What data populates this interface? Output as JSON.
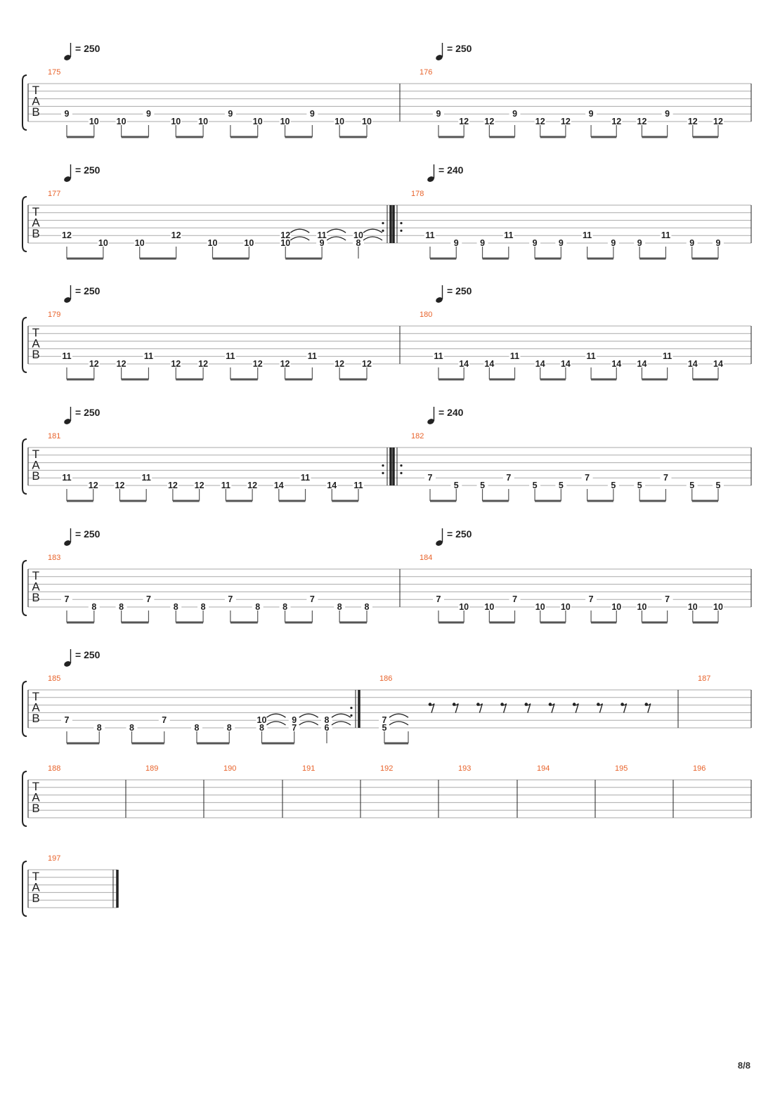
{
  "clef_letters": [
    "T",
    "A",
    "B"
  ],
  "page": {
    "number": "8/8"
  },
  "colors": {
    "ink": "#222222",
    "line": "#aaaaaa",
    "bar_number": "#e8632b",
    "beam": "#555555"
  },
  "systems": [
    {
      "measures": [
        {
          "number": "175",
          "tempo": "250",
          "notes": [
            {
              "s": 5,
              "f": "9"
            },
            {
              "s": 6,
              "f": "10"
            },
            {
              "s": 6,
              "f": "10"
            },
            {
              "s": 5,
              "f": "9"
            },
            {
              "s": 6,
              "f": "10"
            },
            {
              "s": 6,
              "f": "10"
            },
            {
              "s": 5,
              "f": "9"
            },
            {
              "s": 6,
              "f": "10"
            },
            {
              "s": 6,
              "f": "10"
            },
            {
              "s": 5,
              "f": "9"
            },
            {
              "s": 6,
              "f": "10"
            },
            {
              "s": 6,
              "f": "10"
            }
          ]
        },
        {
          "number": "176",
          "tempo": "250",
          "notes": [
            {
              "s": 5,
              "f": "9"
            },
            {
              "s": 6,
              "f": "12"
            },
            {
              "s": 6,
              "f": "12"
            },
            {
              "s": 5,
              "f": "9"
            },
            {
              "s": 6,
              "f": "12"
            },
            {
              "s": 6,
              "f": "12"
            },
            {
              "s": 5,
              "f": "9"
            },
            {
              "s": 6,
              "f": "12"
            },
            {
              "s": 6,
              "f": "12"
            },
            {
              "s": 5,
              "f": "9"
            },
            {
              "s": 6,
              "f": "12"
            },
            {
              "s": 6,
              "f": "12"
            }
          ]
        }
      ]
    },
    {
      "measures": [
        {
          "number": "177",
          "tempo": "250",
          "repeat_end": true,
          "notes": [
            {
              "s": 5,
              "f": "12"
            },
            {
              "s": 6,
              "f": "10"
            },
            {
              "s": 6,
              "f": "10"
            },
            {
              "s": 5,
              "f": "12"
            },
            {
              "s": 6,
              "f": "10"
            },
            {
              "s": 6,
              "f": "10"
            },
            {
              "chord": [
                {
                  "s": 5,
                  "f": "12"
                },
                {
                  "s": 6,
                  "f": "10"
                }
              ],
              "tie": true
            },
            {
              "chord": [
                {
                  "s": 5,
                  "f": "11"
                },
                {
                  "s": 6,
                  "f": "9"
                }
              ],
              "tie": true
            },
            {
              "chord": [
                {
                  "s": 5,
                  "f": "10"
                },
                {
                  "s": 6,
                  "f": "8"
                }
              ],
              "tie": true
            }
          ]
        },
        {
          "number": "178",
          "tempo": "240",
          "repeat_start": true,
          "notes": [
            {
              "s": 5,
              "f": "11"
            },
            {
              "s": 6,
              "f": "9"
            },
            {
              "s": 6,
              "f": "9"
            },
            {
              "s": 5,
              "f": "11"
            },
            {
              "s": 6,
              "f": "9"
            },
            {
              "s": 6,
              "f": "9"
            },
            {
              "s": 5,
              "f": "11"
            },
            {
              "s": 6,
              "f": "9"
            },
            {
              "s": 6,
              "f": "9"
            },
            {
              "s": 5,
              "f": "11"
            },
            {
              "s": 6,
              "f": "9"
            },
            {
              "s": 6,
              "f": "9"
            }
          ]
        }
      ]
    },
    {
      "measures": [
        {
          "number": "179",
          "tempo": "250",
          "notes": [
            {
              "s": 5,
              "f": "11"
            },
            {
              "s": 6,
              "f": "12"
            },
            {
              "s": 6,
              "f": "12"
            },
            {
              "s": 5,
              "f": "11"
            },
            {
              "s": 6,
              "f": "12"
            },
            {
              "s": 6,
              "f": "12"
            },
            {
              "s": 5,
              "f": "11"
            },
            {
              "s": 6,
              "f": "12"
            },
            {
              "s": 6,
              "f": "12"
            },
            {
              "s": 5,
              "f": "11"
            },
            {
              "s": 6,
              "f": "12"
            },
            {
              "s": 6,
              "f": "12"
            }
          ]
        },
        {
          "number": "180",
          "tempo": "250",
          "notes": [
            {
              "s": 5,
              "f": "11"
            },
            {
              "s": 6,
              "f": "14"
            },
            {
              "s": 6,
              "f": "14"
            },
            {
              "s": 5,
              "f": "11"
            },
            {
              "s": 6,
              "f": "14"
            },
            {
              "s": 6,
              "f": "14"
            },
            {
              "s": 5,
              "f": "11"
            },
            {
              "s": 6,
              "f": "14"
            },
            {
              "s": 6,
              "f": "14"
            },
            {
              "s": 5,
              "f": "11"
            },
            {
              "s": 6,
              "f": "14"
            },
            {
              "s": 6,
              "f": "14"
            }
          ]
        }
      ]
    },
    {
      "measures": [
        {
          "number": "181",
          "tempo": "250",
          "repeat_end": true,
          "notes": [
            {
              "s": 5,
              "f": "11"
            },
            {
              "s": 6,
              "f": "12"
            },
            {
              "s": 6,
              "f": "12"
            },
            {
              "s": 5,
              "f": "11"
            },
            {
              "s": 6,
              "f": "12"
            },
            {
              "s": 6,
              "f": "12"
            },
            {
              "s": 6,
              "f": "11"
            },
            {
              "s": 6,
              "f": "12"
            },
            {
              "s": 6,
              "f": "14"
            },
            {
              "s": 5,
              "f": "11"
            },
            {
              "s": 6,
              "f": "14"
            },
            {
              "s": 6,
              "f": "11"
            }
          ]
        },
        {
          "number": "182",
          "tempo": "240",
          "repeat_start": true,
          "notes": [
            {
              "s": 5,
              "f": "7"
            },
            {
              "s": 6,
              "f": "5"
            },
            {
              "s": 6,
              "f": "5"
            },
            {
              "s": 5,
              "f": "7"
            },
            {
              "s": 6,
              "f": "5"
            },
            {
              "s": 6,
              "f": "5"
            },
            {
              "s": 5,
              "f": "7"
            },
            {
              "s": 6,
              "f": "5"
            },
            {
              "s": 6,
              "f": "5"
            },
            {
              "s": 5,
              "f": "7"
            },
            {
              "s": 6,
              "f": "5"
            },
            {
              "s": 6,
              "f": "5"
            }
          ]
        }
      ]
    },
    {
      "measures": [
        {
          "number": "183",
          "tempo": "250",
          "notes": [
            {
              "s": 5,
              "f": "7"
            },
            {
              "s": 6,
              "f": "8"
            },
            {
              "s": 6,
              "f": "8"
            },
            {
              "s": 5,
              "f": "7"
            },
            {
              "s": 6,
              "f": "8"
            },
            {
              "s": 6,
              "f": "8"
            },
            {
              "s": 5,
              "f": "7"
            },
            {
              "s": 6,
              "f": "8"
            },
            {
              "s": 6,
              "f": "8"
            },
            {
              "s": 5,
              "f": "7"
            },
            {
              "s": 6,
              "f": "8"
            },
            {
              "s": 6,
              "f": "8"
            }
          ]
        },
        {
          "number": "184",
          "tempo": "250",
          "notes": [
            {
              "s": 5,
              "f": "7"
            },
            {
              "s": 6,
              "f": "10"
            },
            {
              "s": 6,
              "f": "10"
            },
            {
              "s": 5,
              "f": "7"
            },
            {
              "s": 6,
              "f": "10"
            },
            {
              "s": 6,
              "f": "10"
            },
            {
              "s": 5,
              "f": "7"
            },
            {
              "s": 6,
              "f": "10"
            },
            {
              "s": 6,
              "f": "10"
            },
            {
              "s": 5,
              "f": "7"
            },
            {
              "s": 6,
              "f": "10"
            },
            {
              "s": 6,
              "f": "10"
            }
          ]
        }
      ]
    },
    {
      "measures": [
        {
          "number": "185",
          "tempo": "250",
          "repeat_end": true,
          "notes": [
            {
              "s": 5,
              "f": "7"
            },
            {
              "s": 6,
              "f": "8"
            },
            {
              "s": 6,
              "f": "8"
            },
            {
              "s": 5,
              "f": "7"
            },
            {
              "s": 6,
              "f": "8"
            },
            {
              "s": 6,
              "f": "8"
            },
            {
              "chord": [
                {
                  "s": 5,
                  "f": "10"
                },
                {
                  "s": 6,
                  "f": "8"
                }
              ],
              "tie": true
            },
            {
              "chord": [
                {
                  "s": 5,
                  "f": "9"
                },
                {
                  "s": 6,
                  "f": "7"
                }
              ],
              "tie": true
            },
            {
              "chord": [
                {
                  "s": 5,
                  "f": "8"
                },
                {
                  "s": 6,
                  "f": "6"
                }
              ],
              "tie": true
            }
          ]
        },
        {
          "number": "186",
          "notes": [
            {
              "chord": [
                {
                  "s": 5,
                  "f": "7"
                },
                {
                  "s": 6,
                  "f": "5"
                }
              ],
              "tie": true
            }
          ],
          "rests": 10
        },
        {
          "number": "187"
        }
      ]
    },
    {
      "measures": [
        {
          "number": "188"
        },
        {
          "number": "189"
        },
        {
          "number": "190"
        },
        {
          "number": "191"
        },
        {
          "number": "192"
        },
        {
          "number": "193"
        },
        {
          "number": "194"
        },
        {
          "number": "195"
        },
        {
          "number": "196"
        }
      ]
    },
    {
      "measures": [
        {
          "number": "197",
          "final": true
        }
      ]
    }
  ]
}
